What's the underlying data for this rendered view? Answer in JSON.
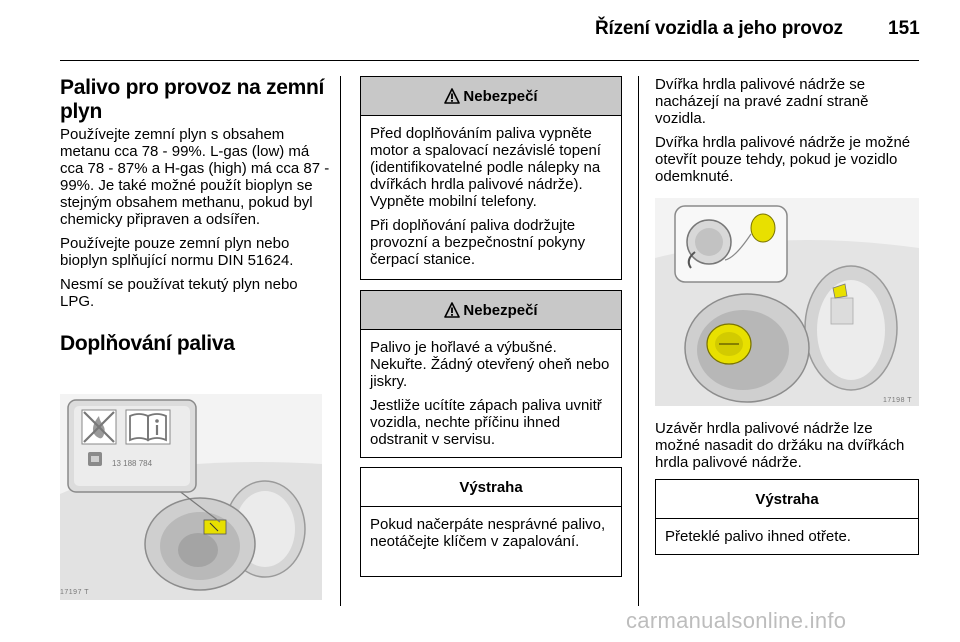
{
  "header": {
    "title": "Řízení vozidla a jeho provoz",
    "page_number": "151"
  },
  "left": {
    "heading1": "Palivo pro provoz na zemní plyn",
    "p1": "Používejte zemní plyn s obsahem metanu cca 78 - 99%. L-gas (low) má cca 78 - 87% a H-gas (high) má cca 87 - 99%. Je také možné použít bioplyn se stejným obsahem methanu, pokud byl chemicky připraven a odsířen.",
    "p2": "Používejte pouze zemní plyn nebo bioplyn splňující normu DIN 51624.",
    "p3": "Nesmí se používat tekutý plyn nebo LPG.",
    "heading2": "Doplňování paliva",
    "figure": {
      "label_code": "13 188 784",
      "fig_code": "17197 T"
    }
  },
  "middle": {
    "danger1": {
      "title": "Nebezpečí",
      "p1": "Před doplňováním paliva vypněte motor a spalovací nezávislé topení (identifikovatelné podle nálepky na dvířkách hrdla palivové nádrže). Vypněte mobilní telefony.",
      "p2": "Při doplňování paliva dodržujte provozní a bezpečnostní pokyny čerpací stanice."
    },
    "danger2": {
      "title": "Nebezpečí",
      "p1": "Palivo je hořlavé a výbušné. Nekuřte. Žádný otevřený oheň nebo jiskry.",
      "p2": "Jestliže ucítíte zápach paliva uvnitř vozidla, nechte příčinu ihned odstranit v servisu."
    },
    "caution1": {
      "title": "Výstraha",
      "p1": "Pokud načerpáte nesprávné palivo, neotáčejte klíčem v zapalování."
    }
  },
  "right": {
    "p1": "Dvířka hrdla palivové nádrže se nacházejí na pravé zadní straně vozidla.",
    "p2": "Dvířka hrdla palivové nádrže je možné otevřít pouze tehdy, pokud je vozidlo odemknuté.",
    "figure": {
      "fig_code": "17198 T"
    },
    "p3": "Uzávěr hrdla palivové nádrže lze možné nasadit do držáku na dvířkách hrdla palivové nádrže.",
    "caution2": {
      "title": "Výstraha",
      "p1": "Přeteklé palivo ihned otřete."
    }
  },
  "watermark": "carmanualsonline.info"
}
